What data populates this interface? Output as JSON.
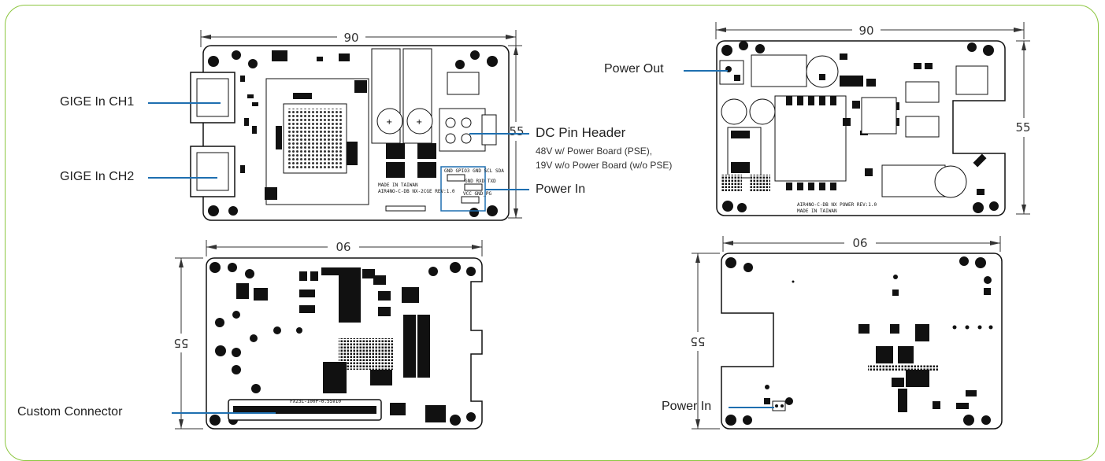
{
  "dimensions": {
    "width_label": "90",
    "height_label": "55"
  },
  "callouts": {
    "gige_ch1": "GIGE In CH1",
    "gige_ch2": "GIGE In CH2",
    "dc_pin_header": "DC Pin Header",
    "dc_note_1": "48V w/ Power Board (PSE),",
    "dc_note_2": "19V w/o Power Board (w/o PSE)",
    "power_in_main": "Power In",
    "custom_connector": "Custom Connector",
    "power_out": "Power Out",
    "power_in_power_board": "Power In"
  },
  "silkscreen": {
    "main_board_made": "MADE IN TAIWAN",
    "main_board_rev": "AIR4NO-C-DB NX-2CGE REV:1.0",
    "power_board_rev": "AIR4NO-C-DB NX POWER REV:1.0",
    "power_board_made": "MADE IN TAIWAN",
    "connector_label": "FX23L-100P-0.5SV10",
    "header_labels": "GND GPIO3 GND SCL SDA",
    "header_labels_2": "GND RXD TXD",
    "header_labels_3": "VCC GND_PG"
  },
  "colors": {
    "frame": "#8cc63f",
    "leader": "#1e6fb0",
    "drawing": "#111111"
  }
}
